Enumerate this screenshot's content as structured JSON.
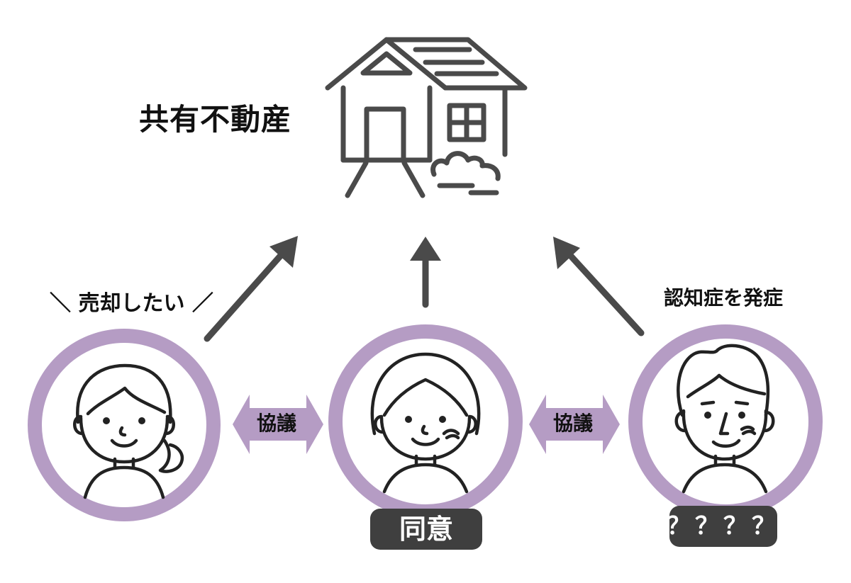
{
  "diagram": {
    "title": "共有不動産",
    "left_person": {
      "speech": "＼ 売却したい ／"
    },
    "right_person": {
      "status": "認知症を発症"
    },
    "center_person": {
      "badge": "同意"
    },
    "right_badge": "？？？？",
    "connectors": [
      {
        "label": "協議"
      },
      {
        "label": "協議"
      }
    ]
  },
  "colors": {
    "ring": "#b59cc4",
    "line": "#4a4a4a",
    "badge_bg": "#3f3f3f",
    "arrow_fill": "#b59cc4"
  }
}
